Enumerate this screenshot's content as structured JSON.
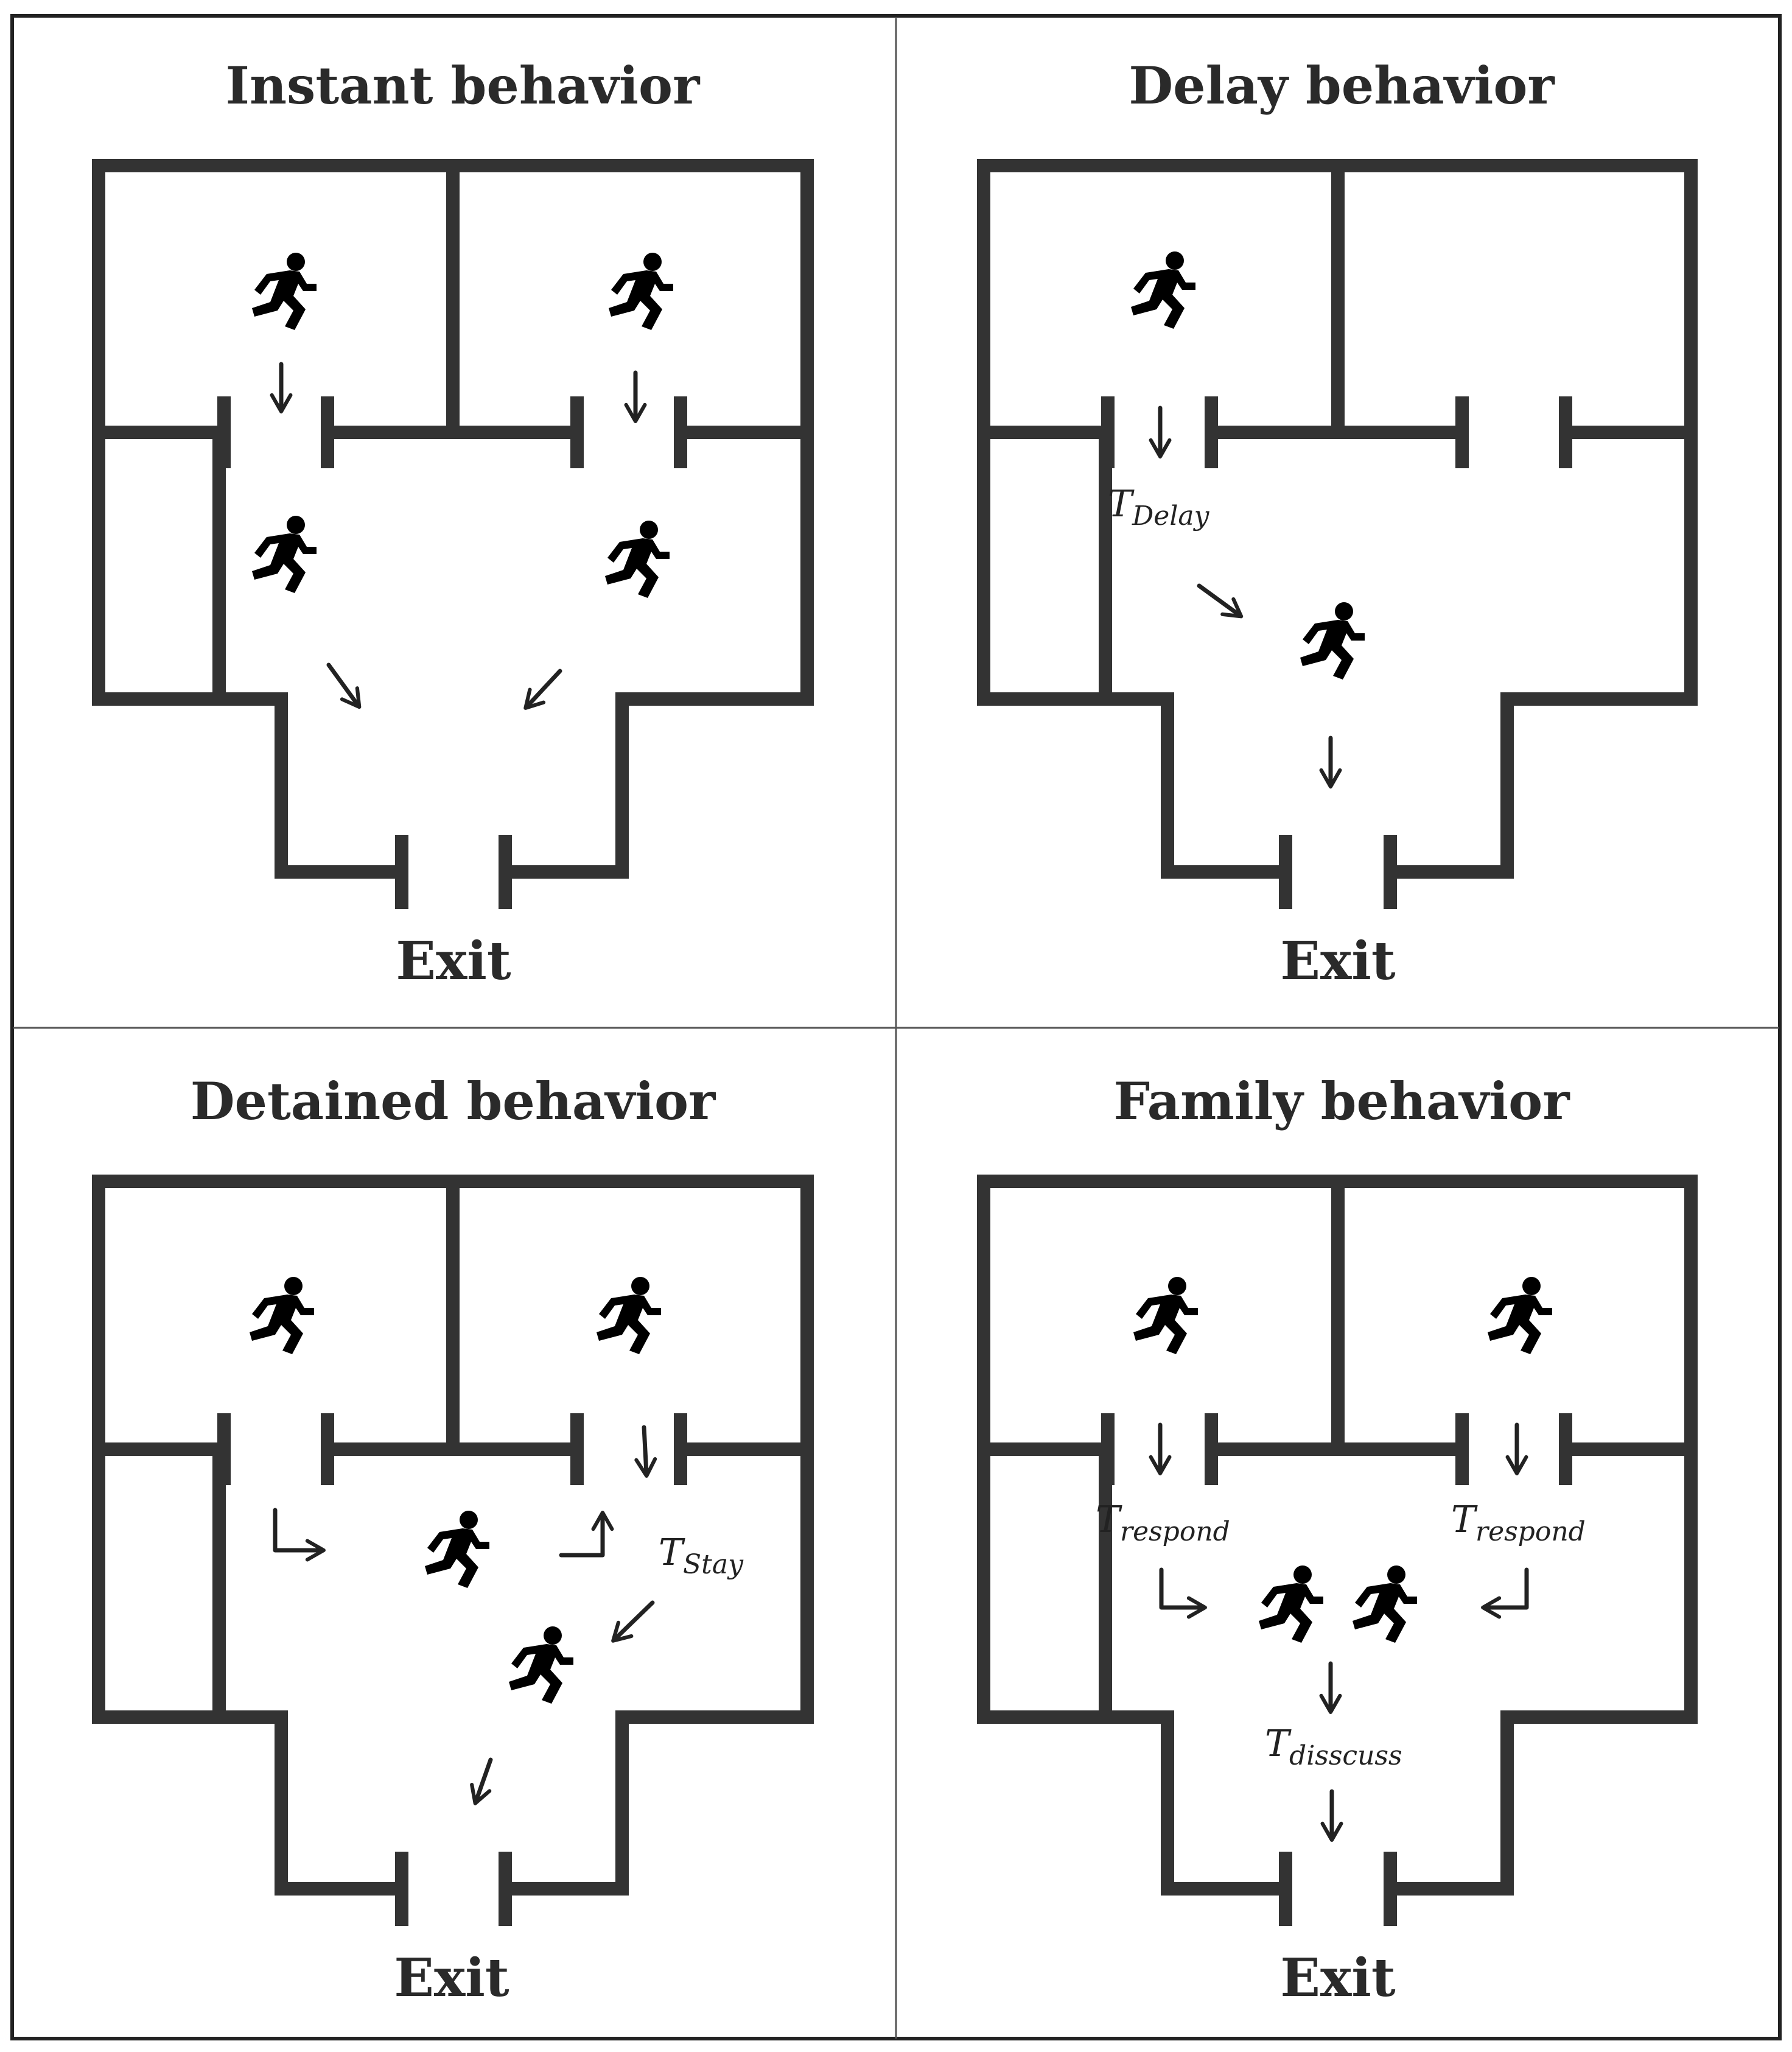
{
  "panels": [
    {
      "title": "Instant behavior",
      "exit": "Exit"
    },
    {
      "title": "Delay behavior",
      "exit": "Exit",
      "labels": [
        {
          "main": "T",
          "sub": "Delay"
        }
      ]
    },
    {
      "title": "Detained behavior",
      "exit": "Exit",
      "labels": [
        {
          "main": "T",
          "sub": "Stay"
        }
      ]
    },
    {
      "title": "Family behavior",
      "exit": "Exit",
      "labels": [
        {
          "main": "T",
          "sub": "respond"
        },
        {
          "main": "T",
          "sub": "respond"
        },
        {
          "main": "T",
          "sub": "disscuss"
        }
      ]
    }
  ],
  "icons": {
    "person": "running-person-icon",
    "arrow": "arrow-icon"
  },
  "colors": {
    "wall": "#333333",
    "border": "#222222",
    "figure": "#000000"
  }
}
